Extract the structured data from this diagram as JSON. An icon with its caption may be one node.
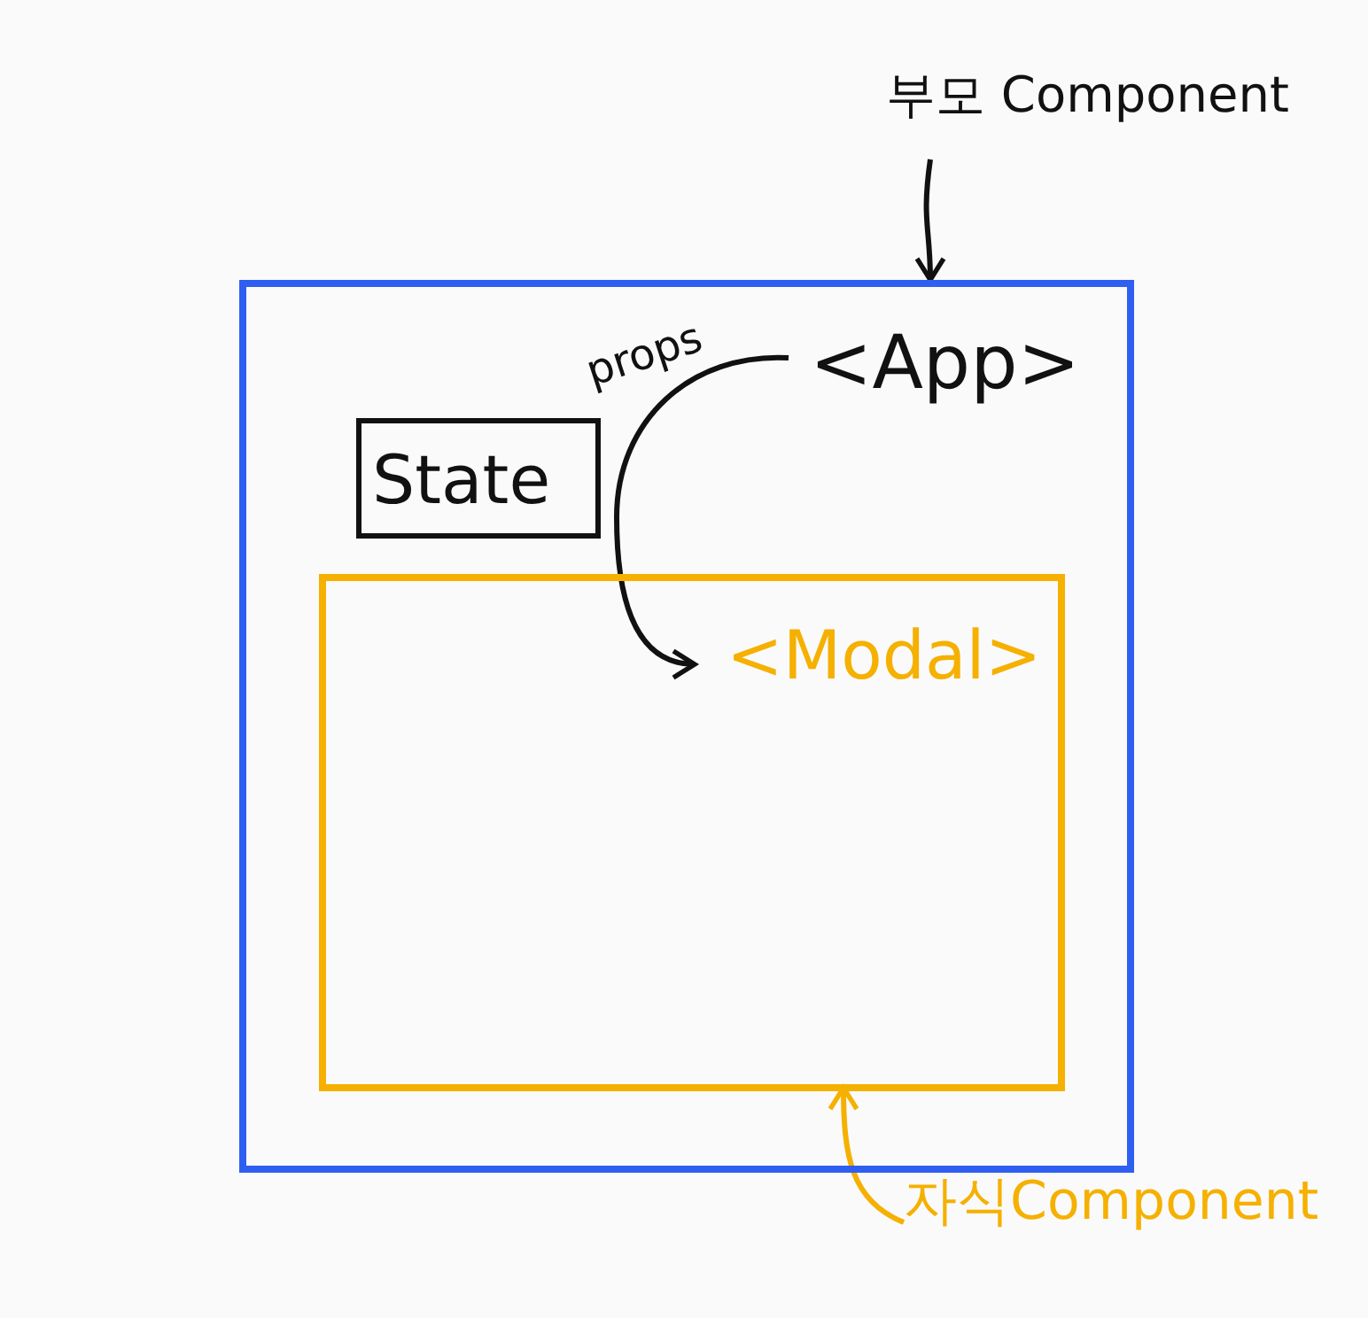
{
  "diagram": {
    "nodes": [
      {
        "text": [
          "<App>"
        ]
      },
      {
        "text": [
          "State"
        ],
        "in": 0
      },
      {
        "text": [
          "<Modal>"
        ],
        "in": 0
      },
      {
        "text": [
          "부모 Component"
        ]
      },
      {
        "text": [
          "자식Component"
        ]
      }
    ],
    "edges": [
      {
        "from": 3,
        "to": 0,
        "arrow": "to"
      },
      {
        "from": 0,
        "to": 2,
        "arrow": "to",
        "label": "props"
      },
      {
        "from": 4,
        "to": 2,
        "arrow": "to",
        "color": "#f5b000"
      }
    ]
  }
}
